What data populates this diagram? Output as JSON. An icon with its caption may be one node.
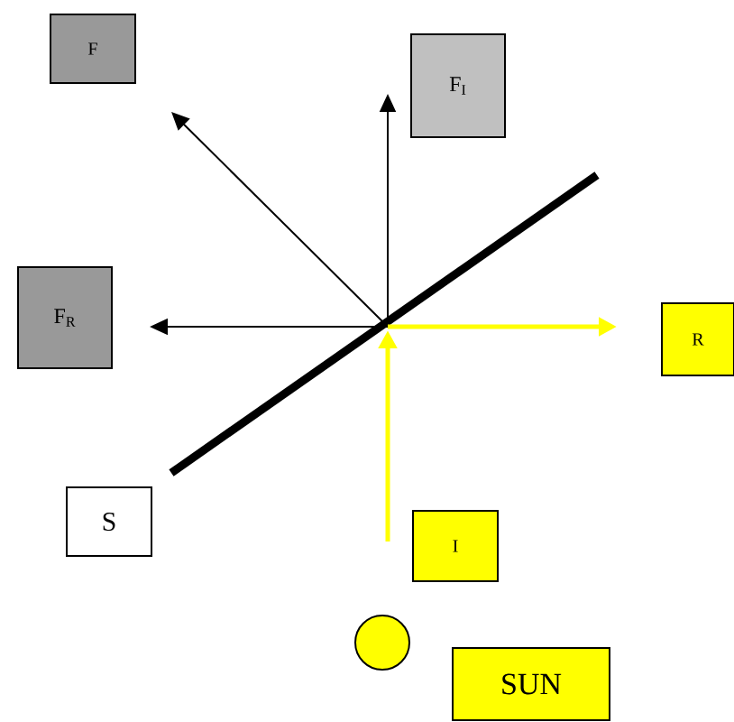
{
  "diagram": {
    "nodes": [
      {
        "text": [
          "F"
        ]
      },
      {
        "text": [
          "F$_{I}$"
        ]
      },
      {
        "text": [
          "F$_{R}$"
        ]
      },
      {
        "text": [
          "R"
        ]
      },
      {
        "text": [
          "S"
        ]
      },
      {
        "text": [
          "I"
        ]
      },
      {
        "text": [],
        "shape": "circle"
      },
      {
        "text": [
          "SUN"
        ]
      }
    ]
  }
}
